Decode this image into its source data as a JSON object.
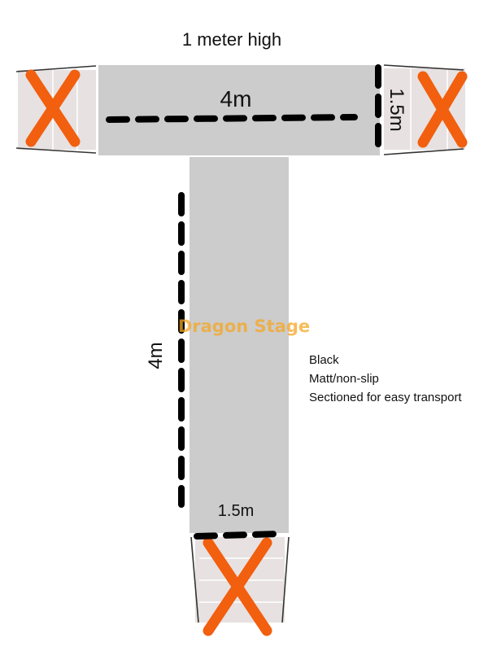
{
  "title": "1 meter high",
  "top_length": "4m",
  "top_width": "1.5m",
  "stem_length": "4m",
  "stem_width": "1.5m",
  "watermark": "Dragon Stage",
  "notes": [
    "Black",
    "Matt/non-slip",
    "Sectioned for easy transport"
  ],
  "colors": {
    "platform": "#cccccc",
    "x_mark": "#f15f0f",
    "watermark": "#f5a623"
  }
}
